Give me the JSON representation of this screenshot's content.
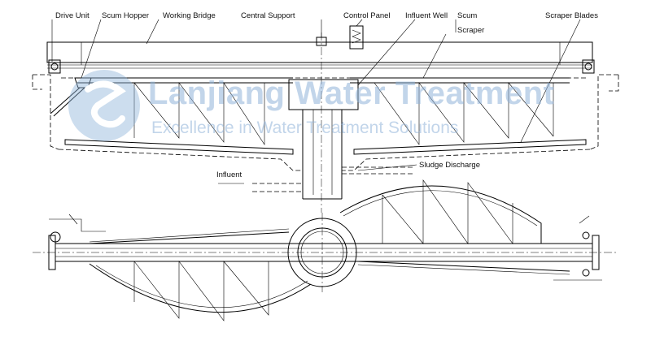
{
  "labels": {
    "drive_unit": "Drive Unit",
    "scum_hopper": "Scum Hopper",
    "working_bridge": "Working Bridge",
    "central_support": "Central Support",
    "control_panel": "Control Panel",
    "influent_well": "Influent Well",
    "scum": "Scum",
    "scraper": "Scraper",
    "scraper_blades": "Scraper Blades",
    "influent": "Influent",
    "sludge_discharge": "Sludge Discharge"
  },
  "watermark": {
    "title": "Lanjiang Water Treatment",
    "subtitle": "Excellence in Water Treatment Solutions"
  },
  "colors": {
    "line": "#000000",
    "watermark": "#8fb3d9"
  }
}
